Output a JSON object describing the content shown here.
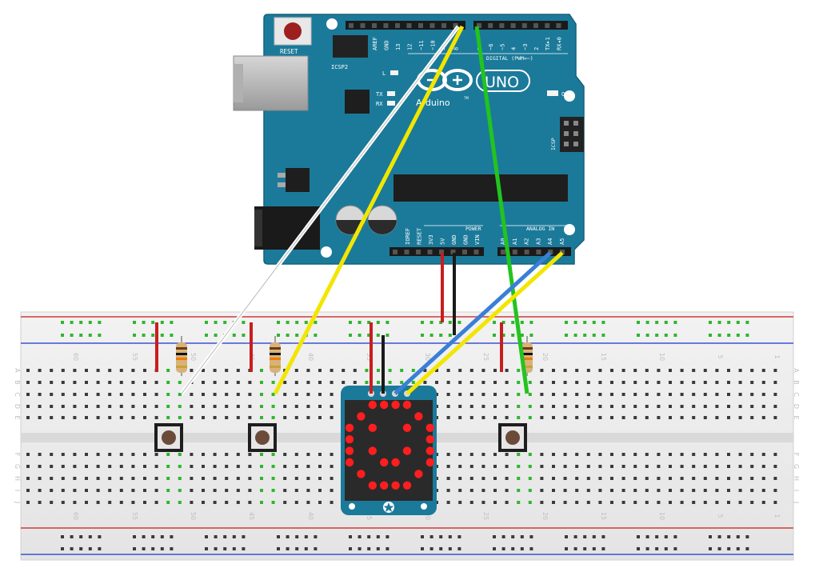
{
  "arduino": {
    "brand": "Arduino",
    "tm": "TM",
    "model": "UNO",
    "reset_label": "RESET",
    "icsp2_label": "ICSP2",
    "icsp_label": "ICSP",
    "l_label": "L",
    "tx_label": "TX",
    "rx_label": "RX",
    "on_label": "ON",
    "digital_label": "DIGITAL (PWM=~)",
    "power_label": "POWER",
    "analog_label": "ANALOG IN",
    "top_header_pins": [
      "AREF",
      "GND",
      "13",
      "12",
      "~11",
      "~10",
      "~9",
      "8"
    ],
    "digital_pins": [
      "7",
      "~6",
      "~5",
      "4",
      "~3",
      "2",
      "TX▸1",
      "RX◂0"
    ],
    "power_pins": [
      "IOREF",
      "RESET",
      "3V3",
      "5V",
      "GND",
      "GND",
      "VIN"
    ],
    "analog_pins": [
      "A0",
      "A1",
      "A2",
      "A3",
      "A4",
      "A5"
    ]
  },
  "breadboard": {
    "column_numbers_top": [
      "60",
      "55",
      "50",
      "45",
      "40",
      "35",
      "30",
      "25",
      "20",
      "15",
      "10",
      "5",
      "1"
    ],
    "row_letters_top": [
      "A",
      "B",
      "C",
      "D",
      "E"
    ],
    "row_letters_bottom": [
      "F",
      "G",
      "H",
      "I",
      "J"
    ]
  },
  "matrix": {
    "glyph": "smiley",
    "led_color": "#ff1e1e",
    "pixels": [
      "..####..",
      ".#....#.",
      "#.#..#.#",
      "#......#",
      "#.#..#.#",
      "#..##..#",
      ".#....#.",
      "..####.."
    ]
  },
  "colors": {
    "board": "#1b7a9a",
    "wire_white": "#ffffff",
    "wire_yellow": "#f2e600",
    "wire_green": "#22c41e",
    "wire_blue": "#3a7fd6",
    "wire_red": "#c81e1e",
    "wire_black": "#1a1a1a",
    "hole_green": "#2fb52f",
    "rail_red": "#d33a3a",
    "rail_blue": "#3a52d3"
  },
  "components": [
    "pushbutton-1",
    "pushbutton-2",
    "pushbutton-3",
    "resistor-1",
    "resistor-2",
    "resistor-3",
    "led-matrix-8x8"
  ]
}
